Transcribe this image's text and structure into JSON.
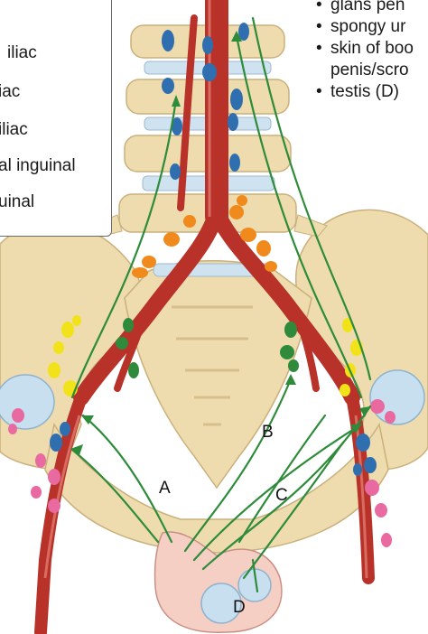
{
  "legend": {
    "items": [
      {
        "label": "iliac"
      },
      {
        "label": "iac"
      },
      {
        "label": "iliac"
      },
      {
        "label": "al inguinal"
      },
      {
        "label": "uinal"
      }
    ]
  },
  "drainage": {
    "items": [
      {
        "text": "glans pen"
      },
      {
        "text": "spongy ur"
      },
      {
        "text": "skin of boo",
        "cont": "penis/scro"
      },
      {
        "text": "testis (D)"
      }
    ]
  },
  "labels": {
    "A": "A",
    "B": "B",
    "C": "C",
    "D": "D"
  },
  "colors": {
    "artery": "#b8322a",
    "bone": "#efdcae",
    "vessel_green": "#2e8b3a",
    "node_blue": "#2f6fb0",
    "node_yellow": "#f2e21a",
    "node_orange": "#f08a1c",
    "node_pink": "#e86aa0",
    "node_green": "#2f8a3c"
  }
}
